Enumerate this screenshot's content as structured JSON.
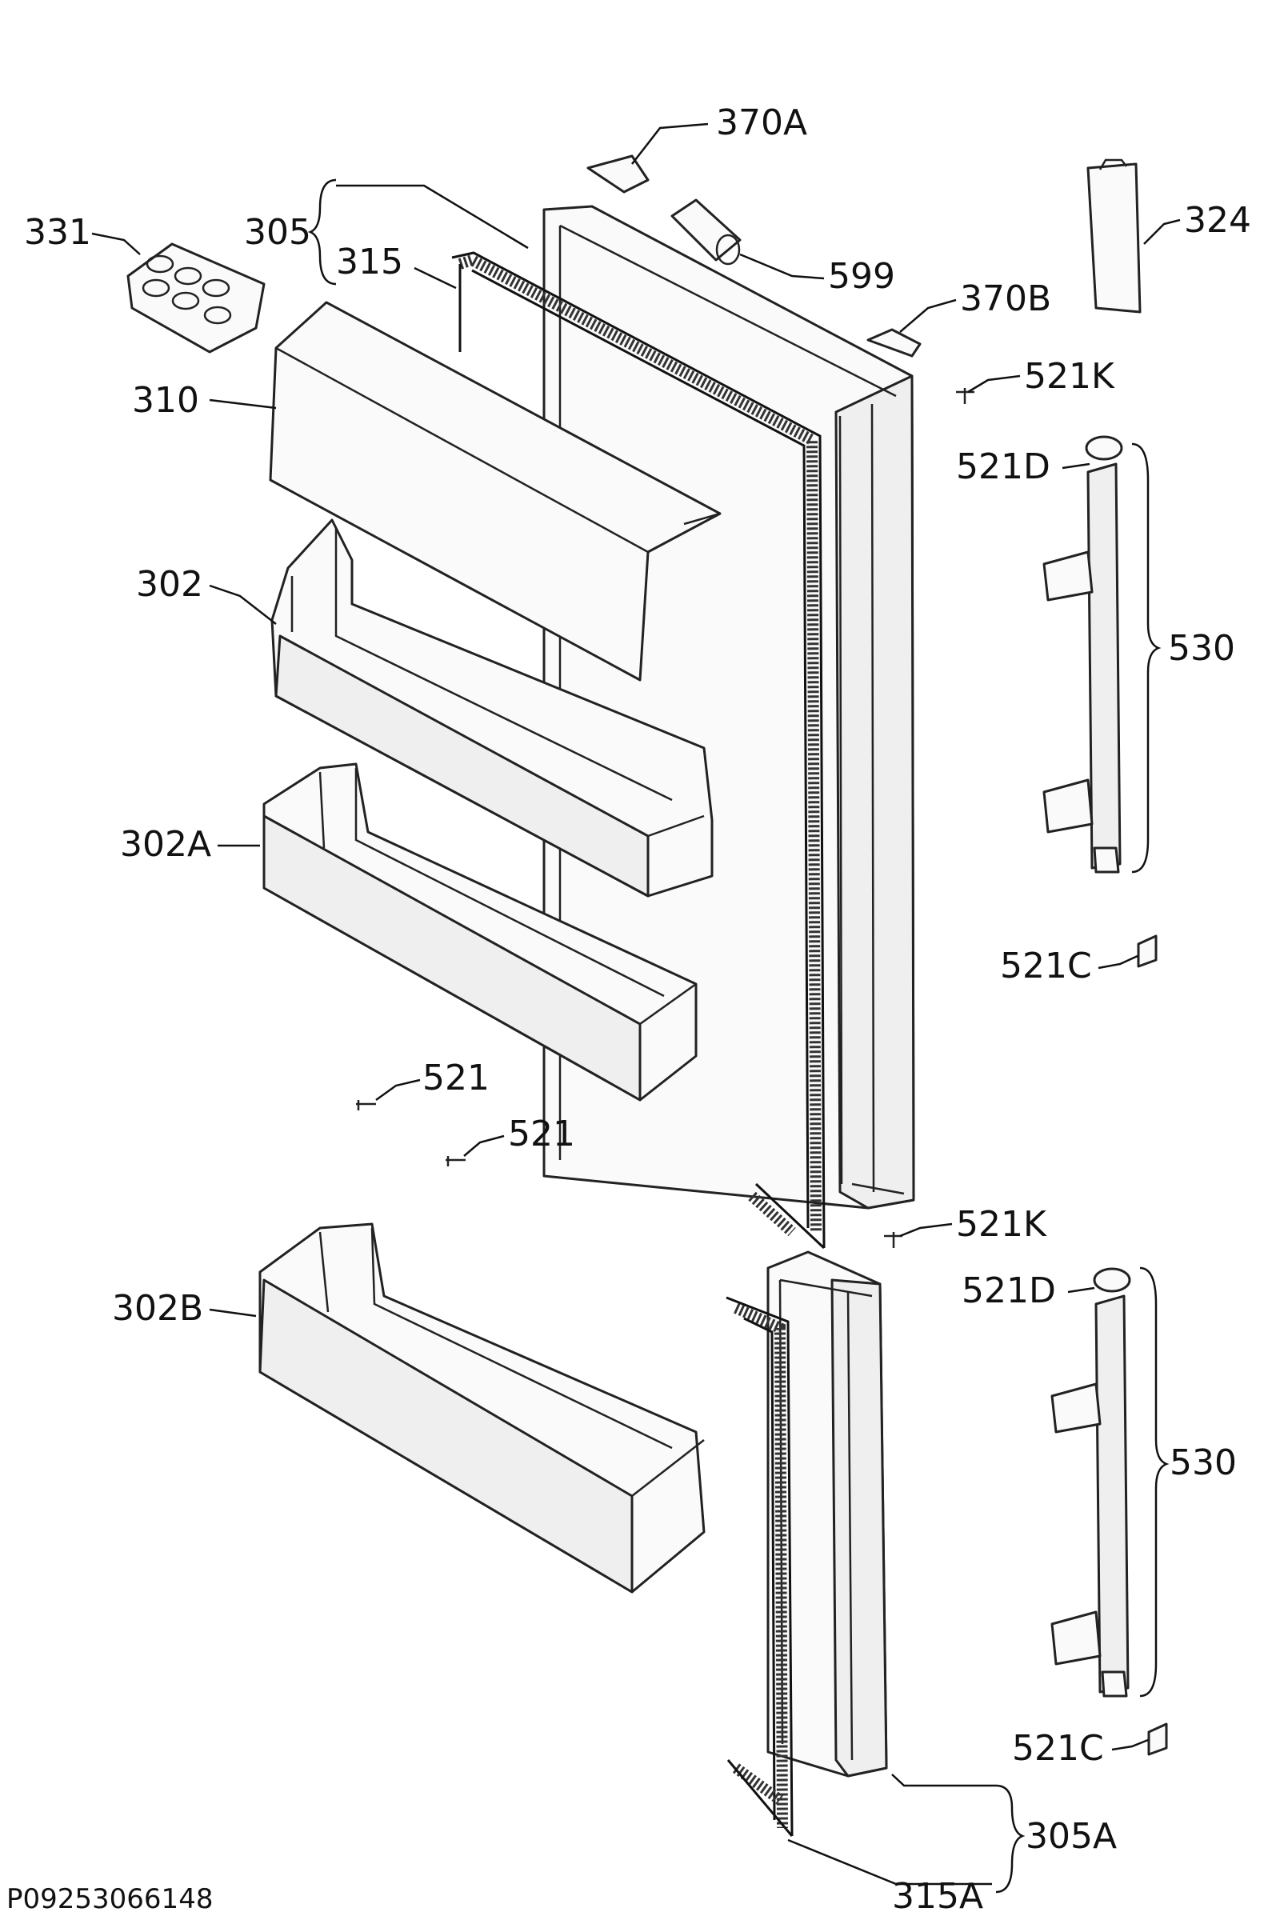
{
  "diagram": {
    "reference_code": "P09253066148",
    "labels": {
      "l370a": "370A",
      "l331": "331",
      "l305": "305",
      "l315": "315",
      "l599": "599",
      "l324": "324",
      "l370b": "370B",
      "l521k_top": "521K",
      "l310": "310",
      "l521d_top": "521D",
      "l302": "302",
      "l530_top": "530",
      "l302a": "302A",
      "l521c_top": "521C",
      "l521_a": "521",
      "l521_b": "521",
      "l521k_bottom": "521K",
      "l521d_bottom": "521D",
      "l302b": "302B",
      "l530_bottom": "530",
      "l521c_bottom": "521C",
      "l305a": "305A",
      "l315a": "315A"
    }
  }
}
